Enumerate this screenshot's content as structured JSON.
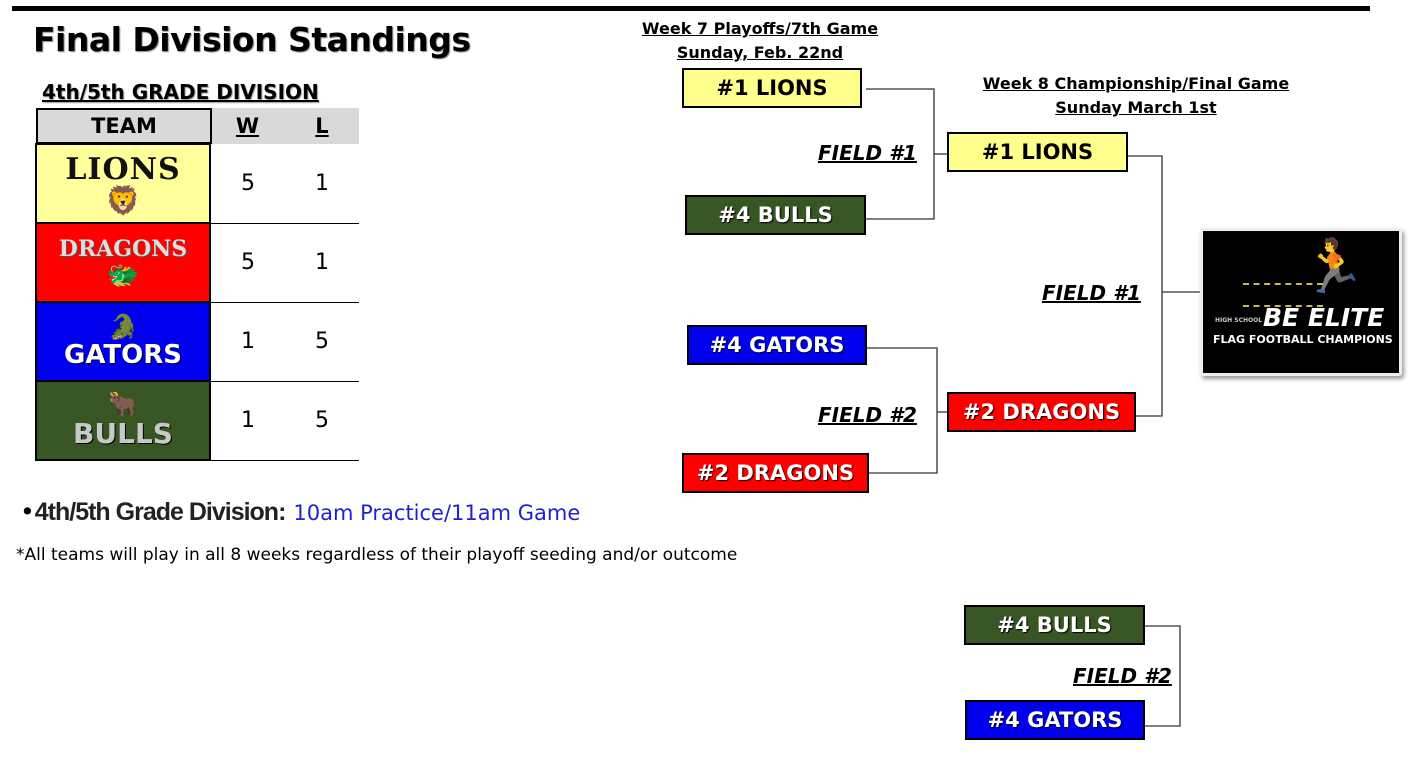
{
  "page": {
    "title": "Final Division Standings",
    "division_label": "4th/5th GRADE DIVISION"
  },
  "standings": {
    "headers": {
      "team": "TEAM",
      "w": "W",
      "l": "L"
    },
    "rows": [
      {
        "logo_text": "LIONS",
        "w": "5",
        "l": "1",
        "color": "#ffff9c"
      },
      {
        "logo_text": "DRAGONS",
        "w": "5",
        "l": "1",
        "color": "#ff0000"
      },
      {
        "logo_text": "GATORS",
        "w": "1",
        "l": "5",
        "color": "#0000ee"
      },
      {
        "logo_text": "BULLS",
        "w": "1",
        "l": "5",
        "color": "#375623"
      }
    ]
  },
  "schedule_note": {
    "label": "4th/5th Grade Division:",
    "value": "10am Practice/11am Game"
  },
  "footnote": "*All teams will play in all 8 weeks regardless of their playoff seeding and/or outcome",
  "bracket": {
    "week7_header": [
      "Week 7 Playoffs/7th Game",
      "Sunday, Feb. 22nd"
    ],
    "week8_header": [
      "Week 8 Championship/Final Game",
      "Sunday March 1st"
    ],
    "semis": [
      {
        "top": "#1 LIONS",
        "bottom": "#4 BULLS",
        "field": "FIELD #1"
      },
      {
        "top": "#4 GATORS",
        "bottom": "#2 DRAGONS",
        "field": "FIELD #2"
      }
    ],
    "final": {
      "top": "#1 LIONS",
      "bottom": "#2 DRAGONS",
      "field": "FIELD #1"
    },
    "consolation": {
      "top": "#4 BULLS",
      "bottom": "#4 GATORS",
      "field": "FIELD #2"
    },
    "champion_badge": {
      "line1": "BE ELITE",
      "line2": "FLAG FOOTBALL CHAMPIONS",
      "small": "HIGH SCHOOL"
    }
  },
  "colors": {
    "yellow": "#ffff8c",
    "green": "#375623",
    "blue": "#0000ee",
    "red": "#ff0000"
  }
}
